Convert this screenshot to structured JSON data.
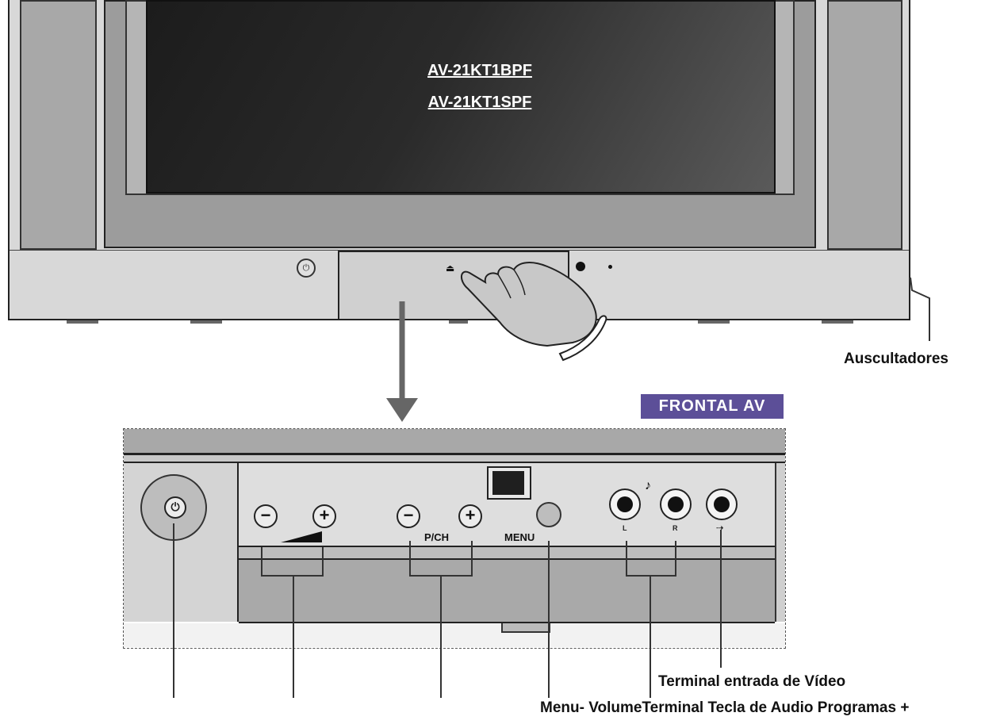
{
  "tv": {
    "models": [
      "AV-21KT1BPF",
      "AV-21KT1SPF"
    ]
  },
  "labels": {
    "headphones": "Auscultadores",
    "frontal_av": "FRONTAL AV",
    "video_input_terminal": "Terminal entrada de Vídeo",
    "bottom_overlapping_line": "Menu- VolumeTerminal Tecla de Audio Programas +"
  },
  "panel": {
    "pch_label": "P/CH",
    "menu_label": "MENU",
    "minus_symbol": "−",
    "plus_symbol": "+",
    "power_symbol": "⏻",
    "audio_note": "♪",
    "jack_left_label": "L",
    "jack_right_label": "R",
    "jack_video_symbol": "⇢"
  },
  "colors": {
    "frontal_av_badge": "#5c4f98",
    "screen": "#2a2a2a",
    "body": "#d8d8d8"
  }
}
